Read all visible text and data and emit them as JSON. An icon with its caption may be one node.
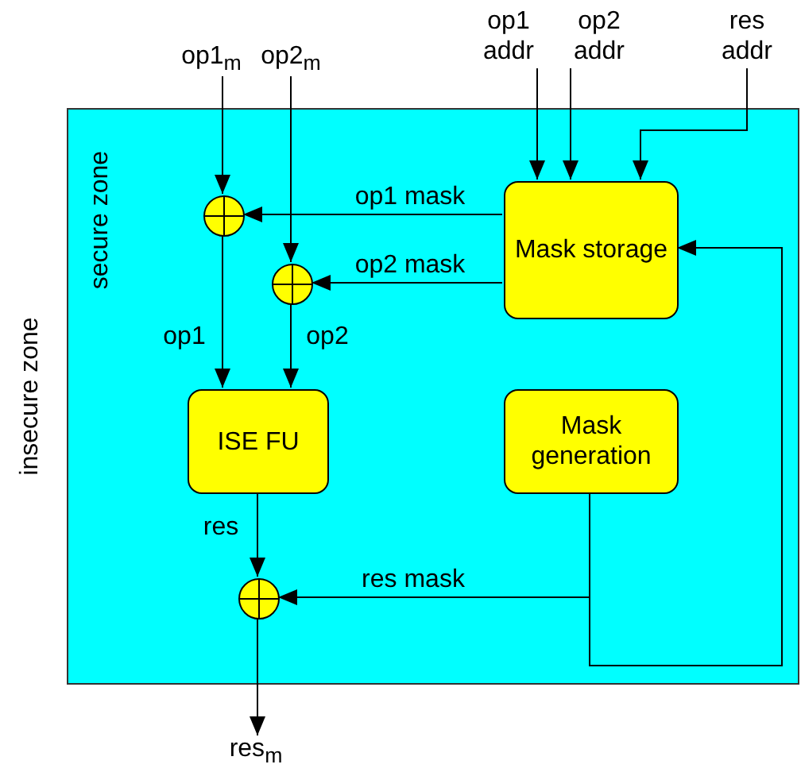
{
  "diagram": {
    "nodes": [
      {
        "text": [
          "secure zone"
        ]
      },
      {
        "text": [
          "op1$_{m}$"
        ]
      },
      {
        "text": [
          "op2$_{m}$"
        ]
      },
      {
        "text": [
          "op1 addr"
        ]
      },
      {
        "text": [
          "op2 addr"
        ]
      },
      {
        "text": [
          "res addr"
        ]
      },
      {
        "text": [],
        "shape": "circle",
        "in": 0
      },
      {
        "text": [],
        "shape": "circle",
        "in": 0
      },
      {
        "text": [
          "Mask storage"
        ],
        "in": 0
      },
      {
        "text": [
          "ISE FU"
        ],
        "in": 0
      },
      {
        "text": [
          "Mask generation"
        ],
        "in": 0
      },
      {
        "text": [],
        "shape": "circle",
        "in": 0
      },
      {
        "text": [
          "res$_{m}$"
        ]
      }
    ],
    "edges": [
      {
        "from": 1,
        "to": 6,
        "arrow": "to"
      },
      {
        "from": 2,
        "to": 7,
        "arrow": "to"
      },
      {
        "from": 3,
        "to": 8,
        "arrow": "to"
      },
      {
        "from": 4,
        "to": 8,
        "arrow": "to"
      },
      {
        "from": 5,
        "to": 8,
        "arrow": "to"
      },
      {
        "from": 8,
        "to": 6,
        "arrow": "to",
        "label": "op1 mask"
      },
      {
        "from": 8,
        "to": 7,
        "arrow": "to",
        "label": "op2 mask"
      },
      {
        "from": 6,
        "to": 9,
        "arrow": "to",
        "label": "op1"
      },
      {
        "from": 7,
        "to": 9,
        "arrow": "to",
        "label": "op2"
      },
      {
        "from": 9,
        "to": 11,
        "arrow": "to",
        "label": "res"
      },
      {
        "from": 10,
        "to": 11,
        "arrow": "to",
        "label": "res mask"
      },
      {
        "from": 10,
        "to": 8,
        "arrow": "to"
      },
      {
        "from": 11,
        "to": 12,
        "arrow": "to"
      }
    ],
    "labels": [
      "insecure zone"
    ]
  }
}
